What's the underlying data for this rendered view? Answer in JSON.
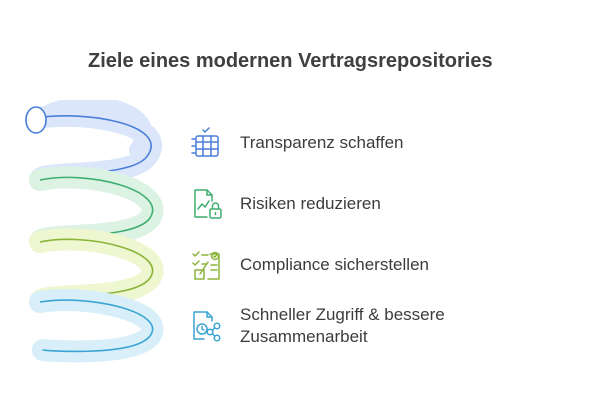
{
  "title": "Ziele eines modernen Vertragsrepositories",
  "items": [
    {
      "lines": [
        "Transparenz schaffen"
      ],
      "icon": "table-icon",
      "color": "#4a7fd8"
    },
    {
      "lines": [
        "Risiken reduzieren"
      ],
      "icon": "document-lock-icon",
      "color": "#3fae6f"
    },
    {
      "lines": [
        "Compliance sicherstellen"
      ],
      "icon": "checklist-icon",
      "color": "#8bb43a"
    },
    {
      "lines": [
        "Schneller Zugriff & bessere",
        "Zusammenarbeit"
      ],
      "icon": "document-share-icon",
      "color": "#3aa4d4"
    }
  ]
}
